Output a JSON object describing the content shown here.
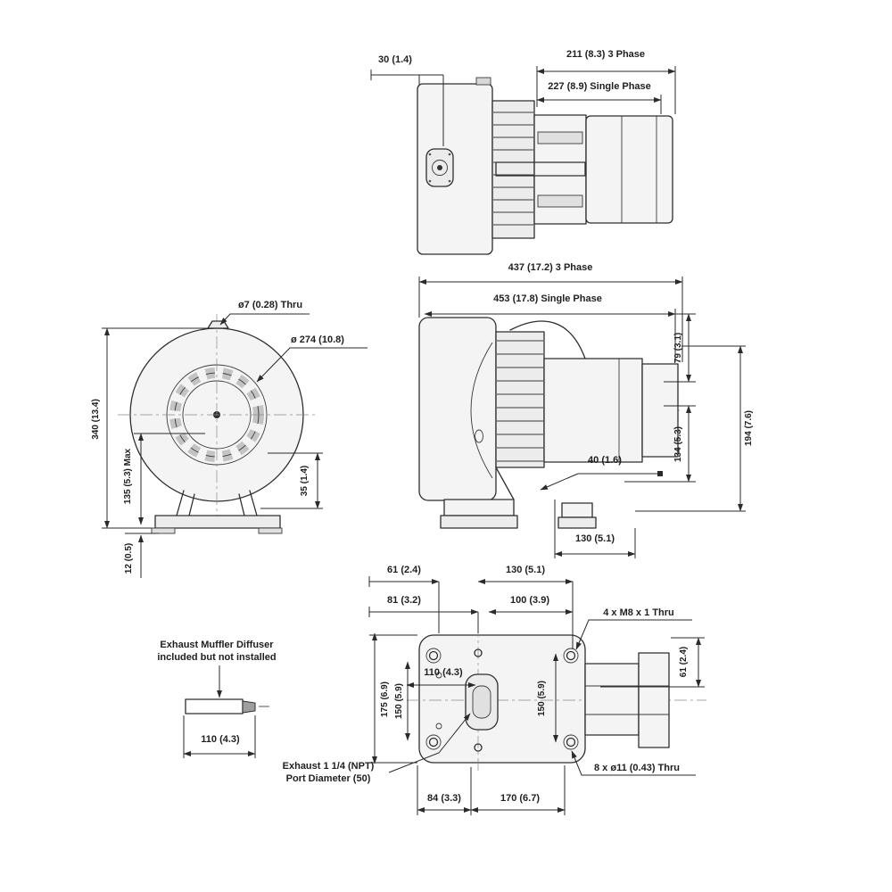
{
  "drawing": {
    "type": "dimensional-engineering-drawing",
    "subject": "regenerative blower with motor, four orthographic views and muffler detail",
    "colors": {
      "line": "#2e2e2e",
      "body_fill": "#f4f4f4",
      "background": "#ffffff",
      "text": "#1f1f1f"
    }
  },
  "labels": {
    "top_offset": "30 (1.4)",
    "top_3ph": "211 (8.3) 3 Phase",
    "top_1ph": "227 (8.9) Single Phase",
    "side_3ph": "437 (17.2) 3 Phase",
    "side_1ph": "453 (17.8) Single Phase",
    "side_h1": "79 (3.1)",
    "side_h2": "134 (5.3)",
    "side_h3": "194 (7.6)",
    "side_foot": "40 (1.6)",
    "side_foot_len": "130 (5.1)",
    "front_tab": "ø7 (0.28) Thru",
    "front_dia": "ø 274 (10.8)",
    "front_height": "340 (13.4)",
    "front_inner": "135 (5.3) Max",
    "front_base": "12 (0.5)",
    "front_right": "35 (1.4)",
    "bot_a": "61 (2.4)",
    "bot_b": "81 (3.2)",
    "bot_c": "130 (5.1)",
    "bot_d": "100 (3.9)",
    "bot_m8": "4 x M8 x 1 Thru",
    "bot_left_outer": "175 (6.9)",
    "bot_left_inner": "150 (5.9)",
    "bot_center": "110 (4.3)",
    "bot_right_mid": "150 (5.9)",
    "bot_right": "61 (2.4)",
    "bot_thru": "8 x ø11 (0.43) Thru",
    "bot_e": "84 (3.3)",
    "bot_f": "170 (6.7)",
    "exhaust_note_1": "Exhaust 1 1/4 (NPT)",
    "exhaust_note_2": "Port Diameter (50)",
    "muffler_note_1": "Exhaust Muffler Diffuser",
    "muffler_note_2": "included but not installed",
    "muffler_len": "110 (4.3)"
  }
}
